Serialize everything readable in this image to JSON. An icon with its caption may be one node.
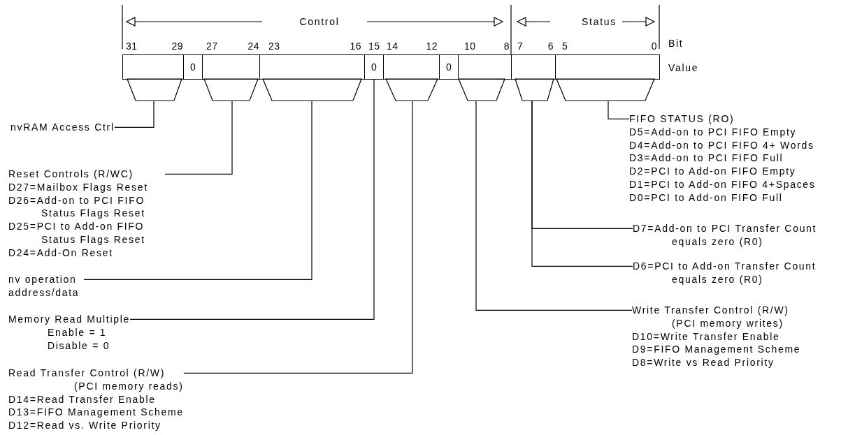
{
  "diagram": {
    "nodes": [
      {
        "text": [],
        "shape": "box"
      },
      {
        "text": [
          "0"
        ]
      },
      {
        "text": [],
        "shape": "box"
      },
      {
        "text": [],
        "shape": "box"
      },
      {
        "text": [
          "0"
        ]
      },
      {
        "text": [],
        "shape": "box"
      },
      {
        "text": [
          "0"
        ]
      },
      {
        "text": [],
        "shape": "box"
      },
      {
        "text": [],
        "shape": "box"
      },
      {
        "text": [],
        "shape": "box"
      },
      {
        "text": [],
        "shape": "trapezoid"
      },
      {
        "text": [],
        "shape": "trapezoid"
      },
      {
        "text": [],
        "shape": "trapezoid"
      },
      {
        "text": [],
        "shape": "trapezoid"
      },
      {
        "text": [],
        "shape": "trapezoid"
      },
      {
        "text": [],
        "shape": "trapezoid"
      },
      {
        "text": [],
        "shape": "trapezoid"
      },
      {
        "text": [
          "nvRAM Access Ctrl"
        ]
      },
      {
        "text": [
          "Reset Controls (R/WC)",
          "D27=Mailbox Flags Reset",
          "D26=Add-on to PCI FIFO Status Flags Reset",
          "D25=PCI to Add-on FIFO Status Flags Reset",
          "D24=Add-On Reset"
        ]
      },
      {
        "text": [
          "nv operation address/data"
        ]
      },
      {
        "text": [
          "Memory Read Multiple",
          "Enable = 1",
          "Disable = 0"
        ]
      },
      {
        "text": [
          "Read Transfer Control (R/W)",
          "(PCI memory reads)",
          "D14=Read Transfer Enable",
          "D13=FIFO Management Scheme",
          "D12=Read vs. Write Priority"
        ]
      },
      {
        "text": [
          "FIFO STATUS (RO)",
          "D5=Add-on to PCI FIFO Empty",
          "D4=Add-on to PCI FIFO 4+ Words",
          "D3=Add-on to PCI FIFO Full",
          "D2=PCI to Add-on FIFO Empty",
          "D1=PCI to Add-on FIFO 4+Spaces",
          "D0=PCI to Add-on FIFO Full"
        ]
      },
      {
        "text": [
          "D7=Add-on to PCI Transfer Count equals zero (R0)"
        ]
      },
      {
        "text": [
          "D6=PCI to Add-on Transfer Count equals zero (R0)"
        ]
      },
      {
        "text": [
          "Write Transfer Control (R/W)",
          "(PCI memory writes)",
          "D10=Write Transfer Enable",
          "D9=FIFO Management Scheme",
          "D8=Write vs Read Priority"
        ]
      }
    ],
    "edges": [
      {
        "from": 17,
        "to": 10,
        "arrow": "none"
      },
      {
        "from": 18,
        "to": 11,
        "arrow": "none"
      },
      {
        "from": 19,
        "to": 12,
        "arrow": "none"
      },
      {
        "from": 20,
        "to": 4,
        "arrow": "none"
      },
      {
        "from": 21,
        "to": 13,
        "arrow": "none"
      },
      {
        "from": 22,
        "to": 16,
        "arrow": "none"
      },
      {
        "from": 23,
        "to": 15,
        "arrow": "none"
      },
      {
        "from": 24,
        "to": 15,
        "arrow": "none"
      },
      {
        "from": 25,
        "to": 14,
        "arrow": "none"
      }
    ],
    "labels": [
      "Control",
      "Status",
      "31",
      "29",
      "27",
      "24",
      "23",
      "16",
      "15",
      "14",
      "12",
      "10",
      "8",
      "7",
      "6",
      "5",
      "0",
      "Bit",
      "Value"
    ]
  }
}
